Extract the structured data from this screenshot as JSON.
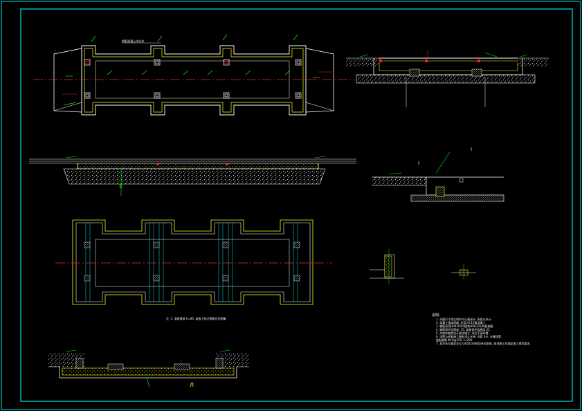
{
  "drawing": {
    "colors": {
      "background": "#000000",
      "frame": "#00e5e5",
      "outline": "#ffffff",
      "yellow": "#ffff00",
      "red": "#ff2020",
      "green": "#00ff00",
      "gray": "#9a9a9a"
    },
    "plan_top_label": "钢筋混凝土排水沟",
    "plan_bottom_caption": "注: 1. 盖板厚度 h=80, 盖板上标注钢筋详见图集.",
    "detail_marks": [
      "Ⅰ",
      "Ⅰ"
    ],
    "dimension_mark": "E",
    "section_mark": "Л",
    "notes": {
      "title": "说明:",
      "lines": [
        "1. 本图尺寸除注明外均以毫米计, 高程以米计.",
        "2. 混凝土强度等级, 垫层为C15素混凝土.",
        "3. 钢筋采用HPB300(Ⅰ)级和HRB335(Ⅱ)级钢筋.",
        "4. 钢筋保护层厚度: 35, 盖板保护层厚度 25.",
        "5. 沟底纵坡按设计要求施工, 详见平面布置.",
        "6. 沟壁与底板施工缝处设止水带, 间距 5m, 分缝设置.",
        "   盖板钢筋 Φ10@150, f=200.",
        "7. 其余未尽事宜详见 GB50204规范有关条款, 各项施工应满足施工规范要求."
      ]
    }
  }
}
